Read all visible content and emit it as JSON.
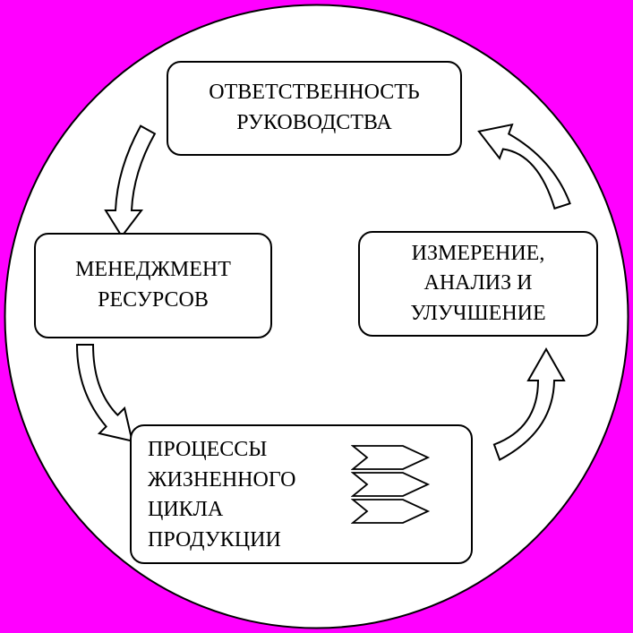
{
  "colors": {
    "background": "#FF00FF",
    "circle_fill": "#FFFFFF",
    "outline": "#000000"
  },
  "boxes": {
    "management_responsibility": {
      "lines": [
        "ОТВЕТСТВЕННОСТЬ",
        "РУКОВОДСТВА"
      ]
    },
    "resource_management": {
      "lines": [
        "МЕНЕДЖМЕНТ",
        "РЕСУРСОВ"
      ]
    },
    "measurement_analysis_improvement": {
      "lines": [
        "ИЗМЕРЕНИЕ,",
        "АНАЛИЗ И",
        "УЛУЧШЕНИЕ"
      ]
    },
    "product_lifecycle_processes": {
      "lines": [
        "ПРОЦЕССЫ",
        "ЖИЗНЕННОГО",
        "ЦИКЛА",
        "ПРОДУКЦИИ"
      ]
    }
  },
  "icons": {
    "arrow_responsibility_to_resources": "curved-hollow-arrow-down-left",
    "arrow_resources_to_processes": "curved-hollow-arrow-down-right",
    "arrow_processes_to_measurement": "curved-hollow-arrow-up-right",
    "arrow_measurement_to_responsibility": "curved-hollow-arrow-up-left",
    "process_flow_symbol": "triple-banner-arrows"
  }
}
